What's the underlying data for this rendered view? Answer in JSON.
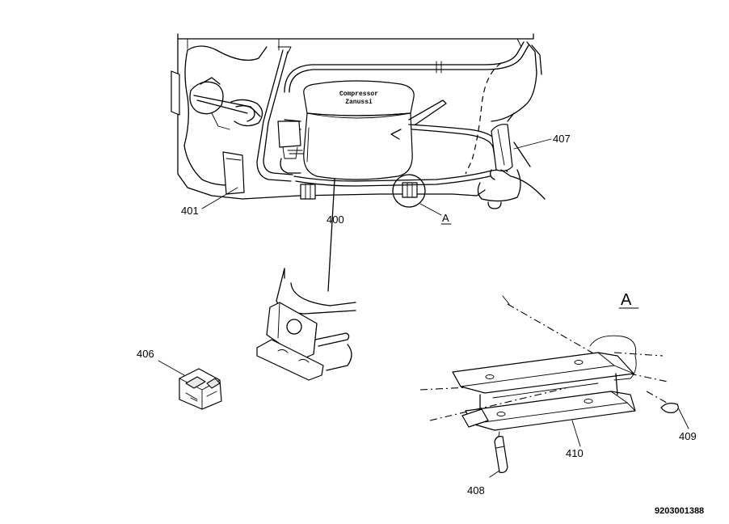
{
  "callouts": {
    "p401": "401",
    "p400": "400",
    "p407": "407",
    "pA": "A",
    "p406": "406",
    "pA_detail": "A",
    "p409": "409",
    "p410": "410",
    "p408": "408"
  },
  "compressor_plate": {
    "line1": "Compressor",
    "line2": "Zanussi"
  },
  "document_number": "9203001388"
}
